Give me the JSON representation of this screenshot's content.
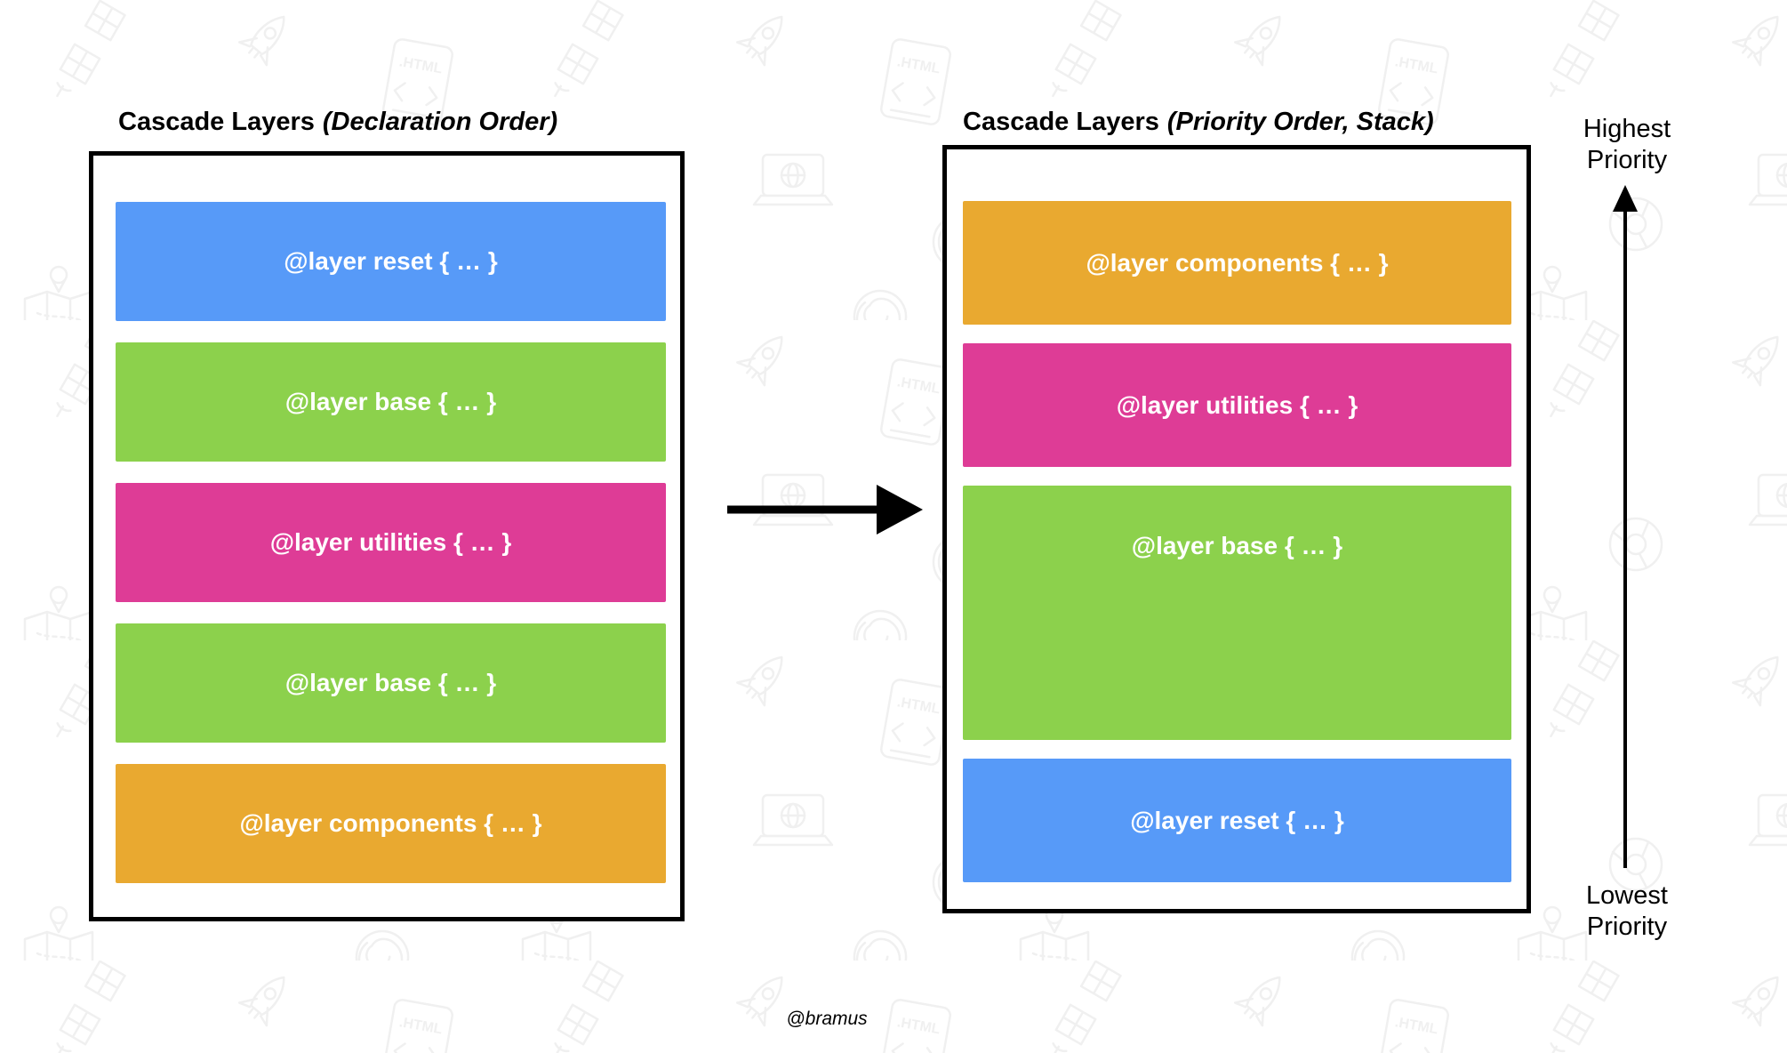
{
  "colors": {
    "blue": "#579AF8",
    "green": "#8CD14C",
    "pink": "#DE3C96",
    "orange": "#E9A930",
    "outline": "#000000",
    "bar_text": "#ffffff",
    "watermark": "#f0f0f0"
  },
  "left_panel": {
    "title": "Cascade Layers",
    "subtitle": "(Declaration Order)",
    "layers": [
      {
        "label": "@layer reset { … }",
        "color": "blue",
        "units": 1
      },
      {
        "label": "@layer base { … }",
        "color": "green",
        "units": 1
      },
      {
        "label": "@layer utilities { … }",
        "color": "pink",
        "units": 1
      },
      {
        "label": "@layer base { … }",
        "color": "green",
        "units": 1
      },
      {
        "label": "@layer components { … }",
        "color": "orange",
        "units": 1
      }
    ]
  },
  "right_panel": {
    "title": "Cascade Layers",
    "subtitle": "(Priority Order, Stack)",
    "layers": [
      {
        "label": "@layer components { … }",
        "color": "orange",
        "units": 1
      },
      {
        "label": "@layer utilities { … }",
        "color": "pink",
        "units": 1
      },
      {
        "label": "@layer base { … }",
        "color": "green",
        "units": 2
      },
      {
        "label": "@layer reset { … }",
        "color": "blue",
        "units": 1
      }
    ]
  },
  "axis": {
    "highest_line1": "Highest",
    "highest_line2": "Priority",
    "lowest_line1": "Lowest",
    "lowest_line2": "Priority"
  },
  "credit": "@bramus",
  "watermark_icons": [
    "rocket-icon",
    "satellite-icon",
    "html-file-icon",
    "browser-chrome-icon",
    "compass-icon",
    "laptop-globe-icon",
    "map-pin-icon",
    "browser-swirl-icon"
  ]
}
